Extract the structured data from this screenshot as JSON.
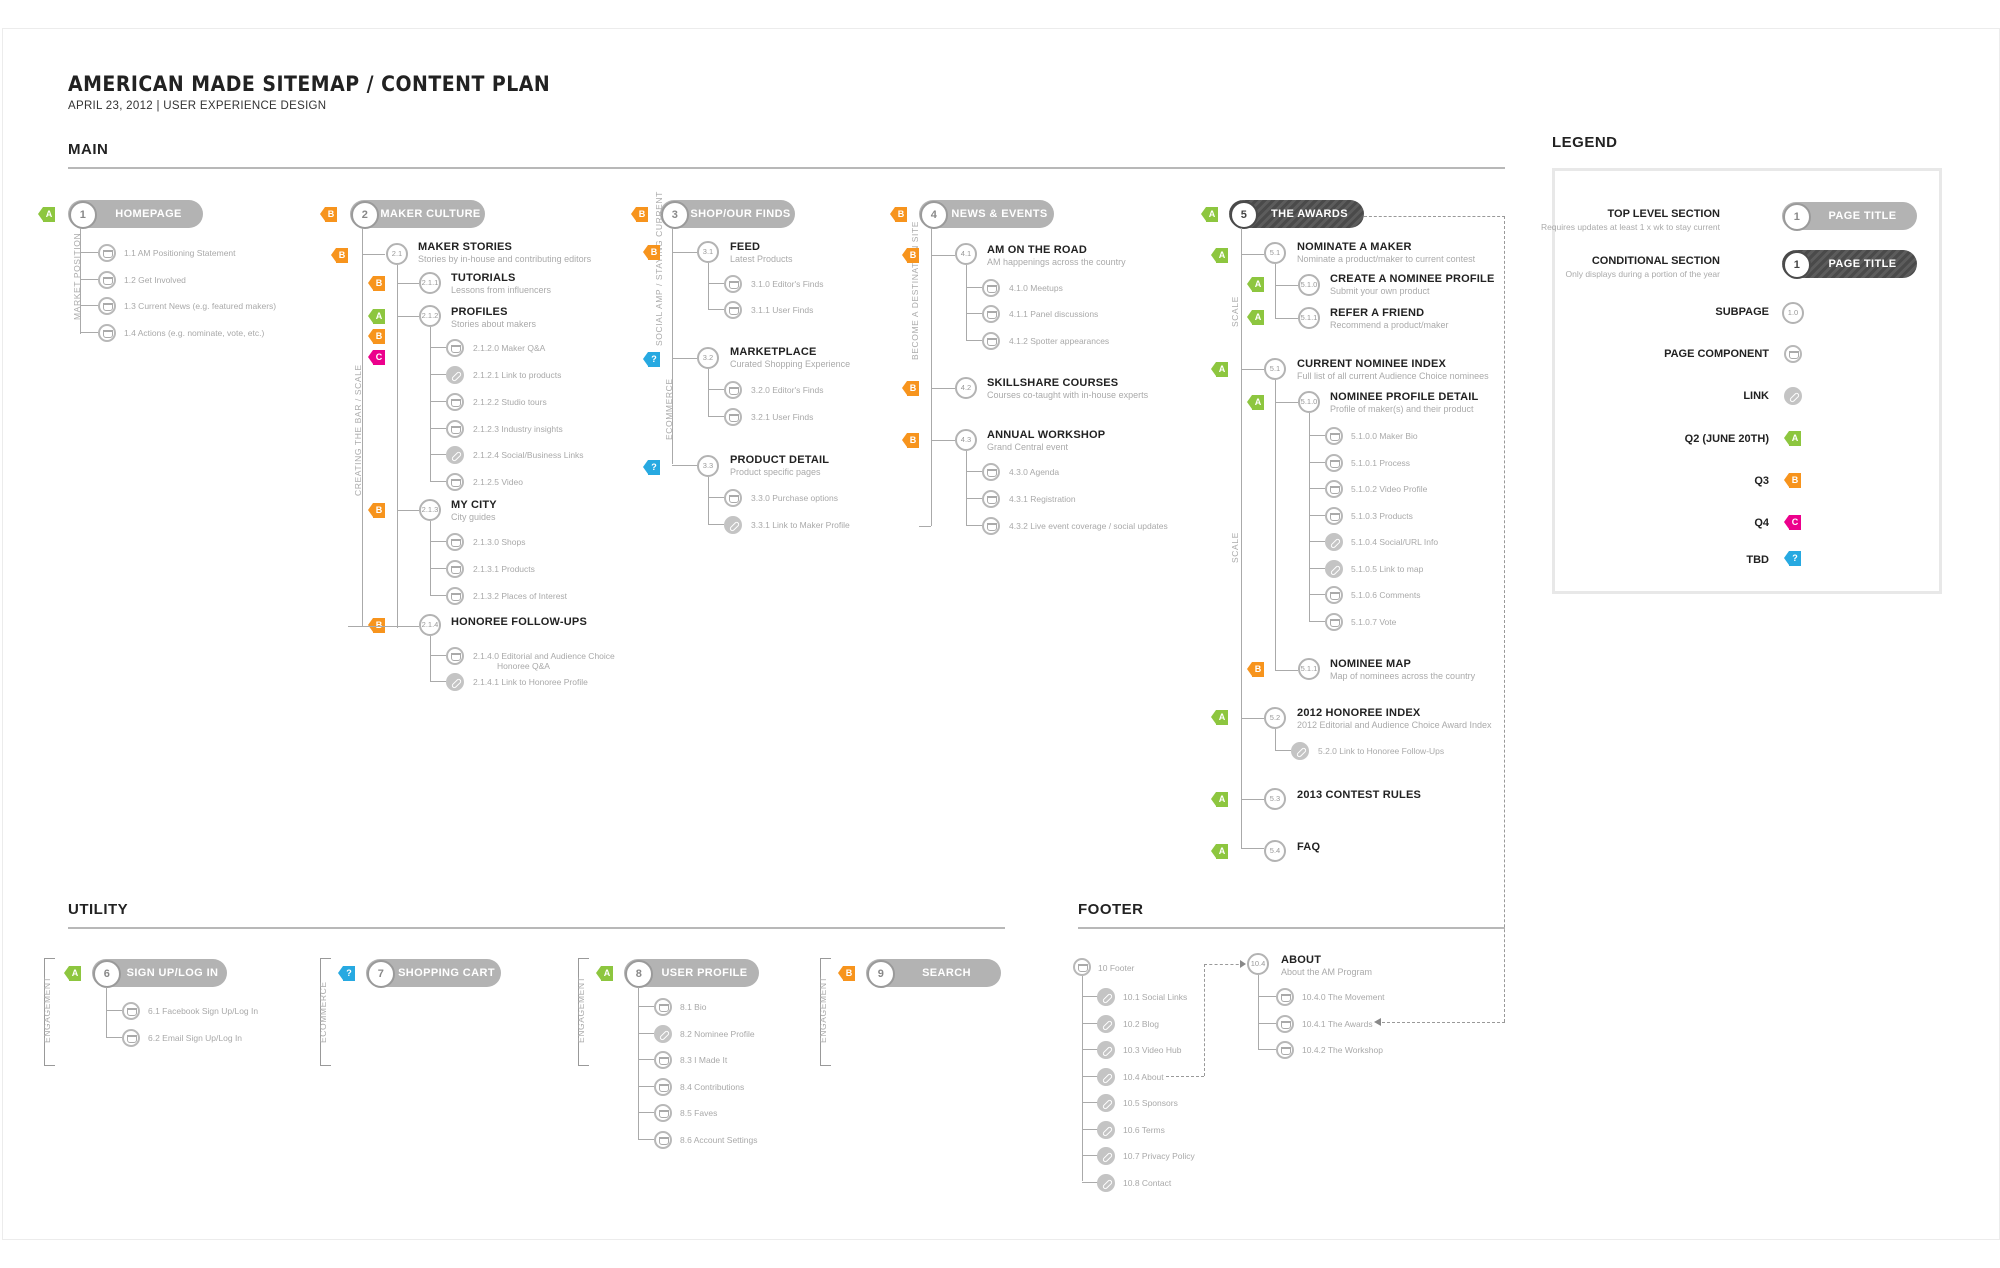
{
  "header": {
    "title": "AMERICAN MADE SITEMAP / CONTENT PLAN",
    "date_line": "APRIL 23, 2012 | USER EXPERIENCE DESIGN"
  },
  "sections": {
    "main": "MAIN",
    "utility": "UTILITY",
    "footer": "FOOTER",
    "legend": "LEGEND"
  },
  "colors": {
    "q2": "#8dc63f",
    "q3": "#f7941d",
    "q4": "#ec008c",
    "tbd": "#27a9e1",
    "pill": "#b3b3b3",
    "pill_dark": "#4a4a4a"
  },
  "main": {
    "homepage": {
      "num": "1",
      "title": "HOMEPAGE",
      "badge": "A",
      "group_label": "MARKET POSITION",
      "items": [
        "1.1 AM Positioning Statement",
        "1.2 Get Involved",
        "1.3 Current News (e.g. featured makers)",
        "1.4 Actions (e.g. nominate, vote, etc.)"
      ]
    },
    "maker_culture": {
      "num": "2",
      "title": "MAKER CULTURE",
      "badge": "B",
      "group_label": "CREATING THE BAR / SCALE",
      "maker_stories": {
        "num": "2.1",
        "title": "MAKER STORIES",
        "desc": "Stories by in-house and contributing editors"
      },
      "tutorials": {
        "num": "2.1.1",
        "title": "TUTORIALS",
        "desc": "Lessons from influencers"
      },
      "profiles": {
        "num": "2.1.2",
        "title": "PROFILES",
        "desc": "Stories about makers",
        "items": [
          "2.1.2.0 Maker Q&A",
          "2.1.2.1 Link to products",
          "2.1.2.2 Studio tours",
          "2.1.2.3 Industry insights",
          "2.1.2.4 Social/Business Links",
          "2.1.2.5 Video"
        ]
      },
      "my_city": {
        "num": "2.1.3",
        "title": "MY CITY",
        "desc": "City guides",
        "items": [
          "2.1.3.0 Shops",
          "2.1.3.1 Products",
          "2.1.3.2 Places of Interest"
        ]
      },
      "honoree": {
        "num": "2.1.4",
        "title": "HONOREE FOLLOW-UPS",
        "items": [
          "2.1.4.0 Editorial and Audience Choice",
          "Honoree Q&A",
          "2.1.4.1 Link to Honoree Profile"
        ]
      }
    },
    "shop": {
      "num": "3",
      "title": "SHOP/OUR FINDS",
      "badge": "B",
      "group_label_1": "SOCIAL AMP / STAYING CURRENT",
      "group_label_2": "ECOMMERCE",
      "feed": {
        "num": "3.1",
        "title": "FEED",
        "desc": "Latest Products",
        "items": [
          "3.1.0 Editor's Finds",
          "3.1.1 User Finds"
        ]
      },
      "marketplace": {
        "num": "3.2",
        "title": "MARKETPLACE",
        "desc": "Curated Shopping Experience",
        "items": [
          "3.2.0 Editor's Finds",
          "3.2.1 User Finds"
        ]
      },
      "product": {
        "num": "3.3",
        "title": "PRODUCT DETAIL",
        "desc": "Product specific pages",
        "items": [
          "3.3.0 Purchase options",
          "3.3.1 Link to Maker Profile"
        ]
      }
    },
    "news": {
      "num": "4",
      "title": "NEWS & EVENTS",
      "badge": "B",
      "group_label": "BECOME A DESTINATION SITE",
      "road": {
        "num": "4.1",
        "title": "AM ON THE ROAD",
        "desc": "AM happenings across the country",
        "items": [
          "4.1.0 Meetups",
          "4.1.1 Panel discussions",
          "4.1.2 Spotter appearances"
        ]
      },
      "skill": {
        "num": "4.2",
        "title": "SKILLSHARE COURSES",
        "desc": "Courses co-taught with in-house experts"
      },
      "workshop": {
        "num": "4.3",
        "title": "ANNUAL WORKSHOP",
        "desc": "Grand Central event",
        "items": [
          "4.3.0 Agenda",
          "4.3.1 Registration",
          "4.3.2 Live event coverage / social updates"
        ]
      }
    },
    "awards": {
      "num": "5",
      "title": "THE AWARDS",
      "badge": "A",
      "group_label_1": "SCALE",
      "group_label_2": "SCALE",
      "nominate": {
        "num": "5.1",
        "title": "NOMINATE A MAKER",
        "desc": "Nominate a product/maker to current contest"
      },
      "create": {
        "num": "5.1.0",
        "title": "CREATE A NOMINEE PROFILE",
        "desc": "Submit your own product"
      },
      "refer": {
        "num": "5.1.1",
        "title": "REFER A FRIEND",
        "desc": "Recommend a product/maker"
      },
      "index": {
        "num": "5.1",
        "title": "CURRENT NOMINEE INDEX",
        "desc": "Full list of all current Audience Choice nominees"
      },
      "detail": {
        "num": "5.1.0",
        "title": "NOMINEE PROFILE DETAIL",
        "desc": "Profile of maker(s) and their product",
        "items": [
          "5.1.0.0 Maker Bio",
          "5.1.0.1 Process",
          "5.1.0.2 Video Profile",
          "5.1.0.3 Products",
          "5.1.0.4 Social/URL Info",
          "5.1.0.5 Link to map",
          "5.1.0.6 Comments",
          "5.1.0.7 Vote"
        ]
      },
      "map": {
        "num": "5.1.1",
        "title": "NOMINEE MAP",
        "desc": "Map of nominees across the country"
      },
      "honoree_index": {
        "num": "5.2",
        "title": "2012 HONOREE INDEX",
        "desc": "2012 Editorial and Audience Choice Award Index",
        "items": [
          "5.2.0 Link to Honoree Follow-Ups"
        ]
      },
      "rules": {
        "num": "5.3",
        "title": "2013 CONTEST RULES"
      },
      "faq": {
        "num": "5.4",
        "title": "FAQ"
      }
    }
  },
  "utility": {
    "signup": {
      "num": "6",
      "title": "SIGN UP/LOG IN",
      "badge": "A",
      "group_label": "ENGAGEMENT",
      "items": [
        "6.1 Facebook Sign Up/Log In",
        "6.2 Email Sign Up/Log In"
      ]
    },
    "cart": {
      "num": "7",
      "title": "SHOPPING CART",
      "badge": "?",
      "group_label": "ECOMMERCE"
    },
    "profile": {
      "num": "8",
      "title": "USER PROFILE",
      "badge": "A",
      "group_label": "ENGAGEMENT",
      "items": [
        "8.1 Bio",
        "8.2 Nominee Profile",
        "8.3 I Made It",
        "8.4 Contributions",
        "8.5 Faves",
        "8.6 Account Settings"
      ]
    },
    "search": {
      "num": "9",
      "title": "SEARCH",
      "badge": "B",
      "group_label": "ENGAGEMENT"
    }
  },
  "footer": {
    "root": "10 Footer",
    "items": [
      "10.1 Social Links",
      "10.2 Blog",
      "10.3 Video Hub",
      "10.4 About",
      "10.5 Sponsors",
      "10.6 Terms",
      "10.7 Privacy Policy",
      "10.8 Contact"
    ],
    "about": {
      "num": "10.4",
      "title": "ABOUT",
      "desc": "About the AM Program",
      "items": [
        "10.4.0 The Movement",
        "10.4.1 The Awards",
        "10.4.2 The Workshop"
      ]
    }
  },
  "legend": {
    "top_level": "TOP LEVEL SECTION",
    "top_level_sub": "Requires updates at least 1 x wk to stay current",
    "conditional": "CONDITIONAL SECTION",
    "conditional_sub": "Only displays during a portion of the year",
    "page_title": "PAGE TITLE",
    "pill_num": "1",
    "subpage": "SUBPAGE",
    "subpage_num": "1.0",
    "component": "PAGE COMPONENT",
    "link": "LINK",
    "q2": "Q2 (JUNE 20TH)",
    "q3": "Q3",
    "q4": "Q4",
    "tbd": "TBD",
    "badge_q2": "A",
    "badge_q3": "B",
    "badge_q4": "C",
    "badge_tbd": "?"
  }
}
